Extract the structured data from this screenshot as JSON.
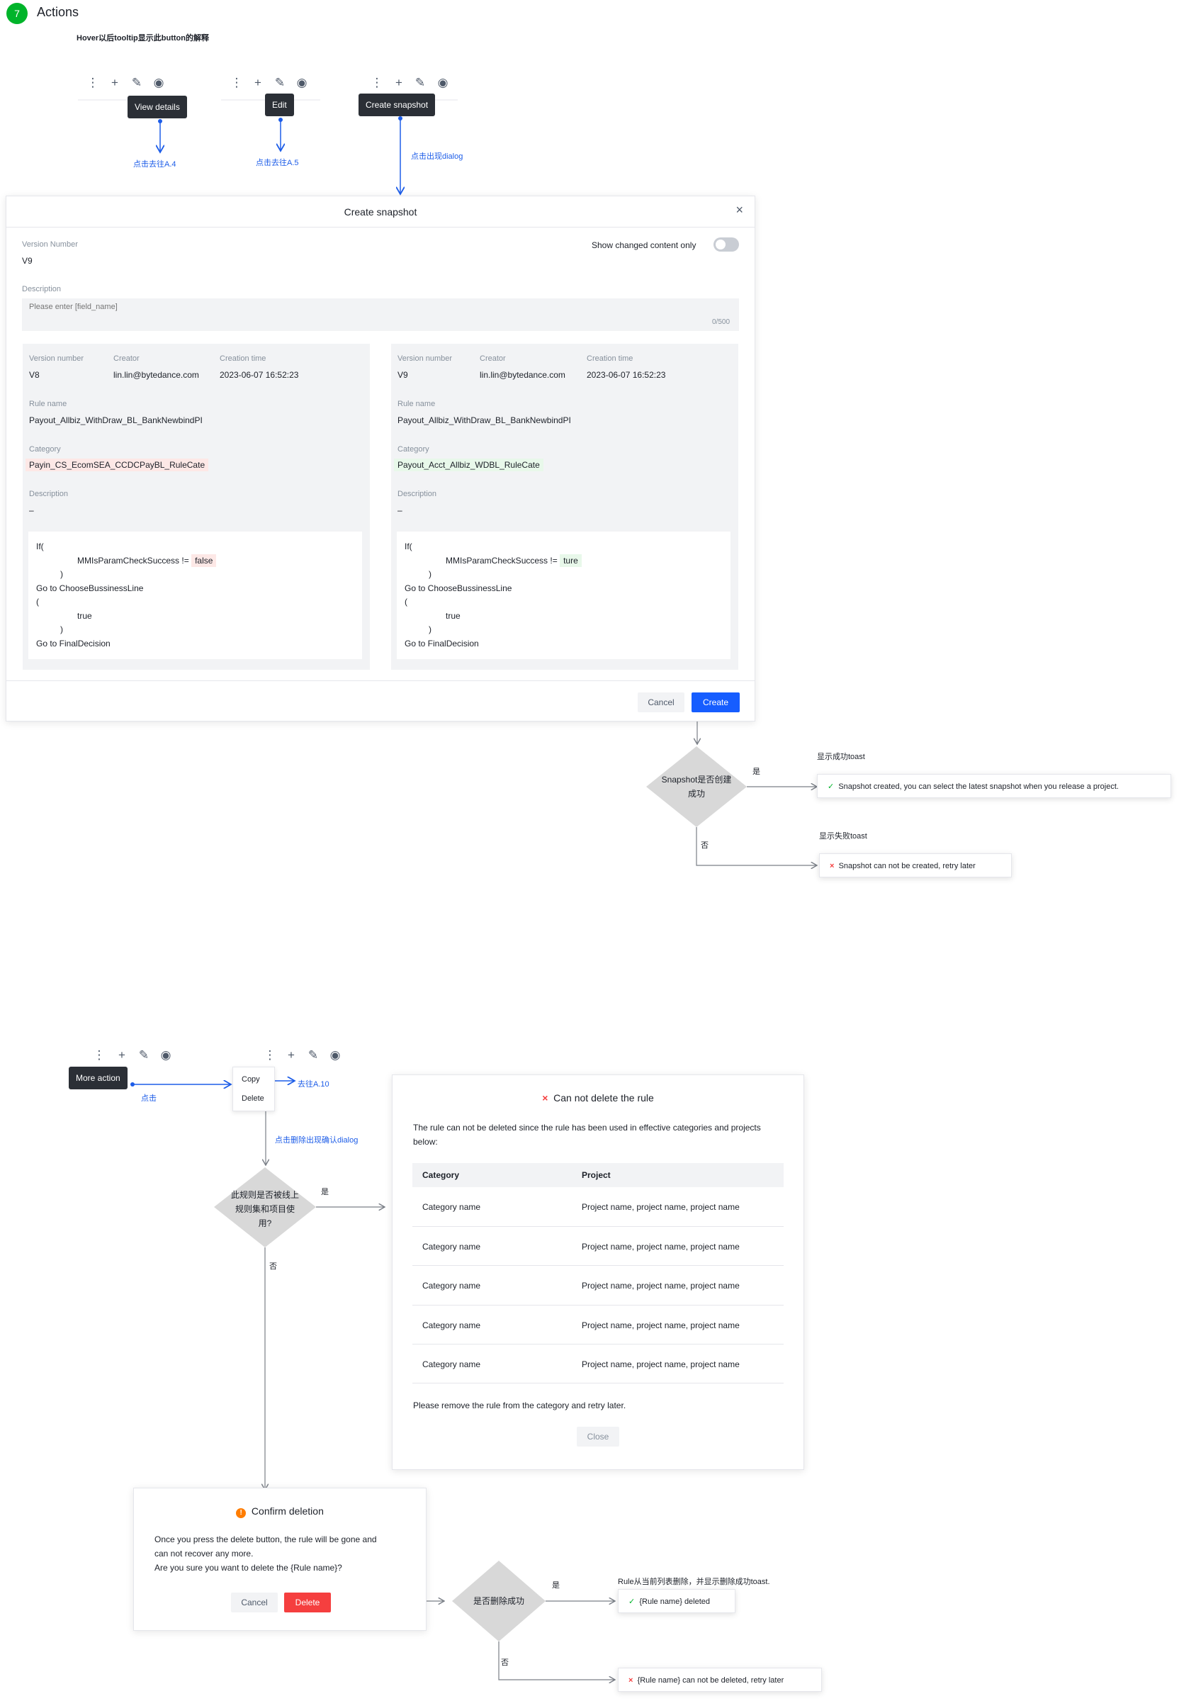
{
  "section": {
    "number": "7",
    "title": "Actions",
    "subtitle": "Hover以后tooltip显示此button的解释"
  },
  "icons": {
    "more": "⋮",
    "add": "+",
    "edit": "✎",
    "view": "◉"
  },
  "tooltips": {
    "view": "View details",
    "edit": "Edit",
    "snapshot": "Create snapshot",
    "more": "More action"
  },
  "notes": {
    "goto_a4": "点击去往A.4",
    "goto_a5": "点击去往A.5",
    "show_dialog": "点击出现dialog",
    "click": "点击",
    "goto_a10": "去往A.10",
    "delete_confirm": "点击删除出现确认dialog"
  },
  "snapshot_dialog": {
    "title": "Create snapshot",
    "close": "×",
    "version_label": "Version Number",
    "version_value": "V9",
    "toggle_label": "Show changed content only",
    "desc_label": "Description",
    "desc_placeholder": "Please enter [field_name]",
    "desc_counter": "0/500",
    "left": {
      "version_label": "Version number",
      "version": "V8",
      "creator_label": "Creator",
      "creator": "lin.lin@bytedance.com",
      "time_label": "Creation time",
      "time": "2023-06-07 16:52:23",
      "rule_label": "Rule name",
      "rule": "Payout_Allbiz_WithDraw_BL_BankNewbindPI",
      "cat_label": "Category",
      "cat": "Payin_CS_EcomSEA_CCDCPayBL_RuleCate",
      "desc_label": "Description",
      "desc": "–",
      "code": {
        "l1": "If(",
        "l2": "MMIsParamCheckSuccess !=",
        "v": "false",
        "l3": ")",
        "l4": "Go to ChooseBussinessLine",
        "l5": "(",
        "l6": "true",
        "l7": ")",
        "l8": "Go to FinalDecision"
      }
    },
    "right": {
      "version_label": "Version number",
      "version": "V9",
      "creator_label": "Creator",
      "creator": "lin.lin@bytedance.com",
      "time_label": "Creation time",
      "time": "2023-06-07 16:52:23",
      "rule_label": "Rule name",
      "rule": "Payout_Allbiz_WithDraw_BL_BankNewbindPI",
      "cat_label": "Category",
      "cat": "Payout_Acct_Allbiz_WDBL_RuleCate",
      "desc_label": "Description",
      "desc": "–",
      "code": {
        "l1": "If(",
        "l2": "MMIsParamCheckSuccess !=",
        "v": "ture",
        "l3": ")",
        "l4": "Go to ChooseBussinessLine",
        "l5": "(",
        "l6": "true",
        "l7": ")",
        "l8": "Go to FinalDecision"
      }
    },
    "cancel": "Cancel",
    "create": "Create"
  },
  "snapshot_flow": {
    "decision": "Snapshot是否创建成功",
    "yes": "是",
    "no": "否",
    "success_caption": "显示成功toast",
    "success_toast": "Snapshot created, you can select the latest snapshot when you release a project.",
    "fail_caption": "显示失败toast",
    "fail_toast": "Snapshot can not be created, retry later"
  },
  "menu": {
    "copy": "Copy",
    "delete": "Delete"
  },
  "delete_flow": {
    "decision": "此规则是否被线上规则集和项目使用?",
    "yes": "是",
    "no": "否",
    "decision2": "是否删除成功",
    "yes2": "是",
    "no2": "否",
    "success_caption": "Rule从当前列表删除，并显示删除成功toast.",
    "success_toast": "{Rule name} deleted",
    "fail_toast": "{Rule name} can not be deleted, retry later"
  },
  "cannot_delete": {
    "title": "Can not delete the rule",
    "body": "The rule can not be deleted since the rule has been used in effective categories and projects below:",
    "col_category": "Category",
    "col_project": "Project",
    "rows": [
      {
        "category": "Category name",
        "project": "Project name, project name, project name"
      },
      {
        "category": "Category name",
        "project": "Project name, project name, project name"
      },
      {
        "category": "Category name",
        "project": "Project name, project name, project name"
      },
      {
        "category": "Category name",
        "project": "Project name, project name, project name"
      },
      {
        "category": "Category name",
        "project": "Project name, project name, project name"
      }
    ],
    "footer": "Please remove the rule from the category and retry later.",
    "close": "Close"
  },
  "confirm_delete": {
    "title": "Confirm deletion",
    "body1": "Once you press the delete button, the rule will be gone and",
    "body2": "can not recover any more.",
    "body3": "Are you sure you want to delete the {Rule name}?",
    "cancel": "Cancel",
    "delete": "Delete"
  }
}
